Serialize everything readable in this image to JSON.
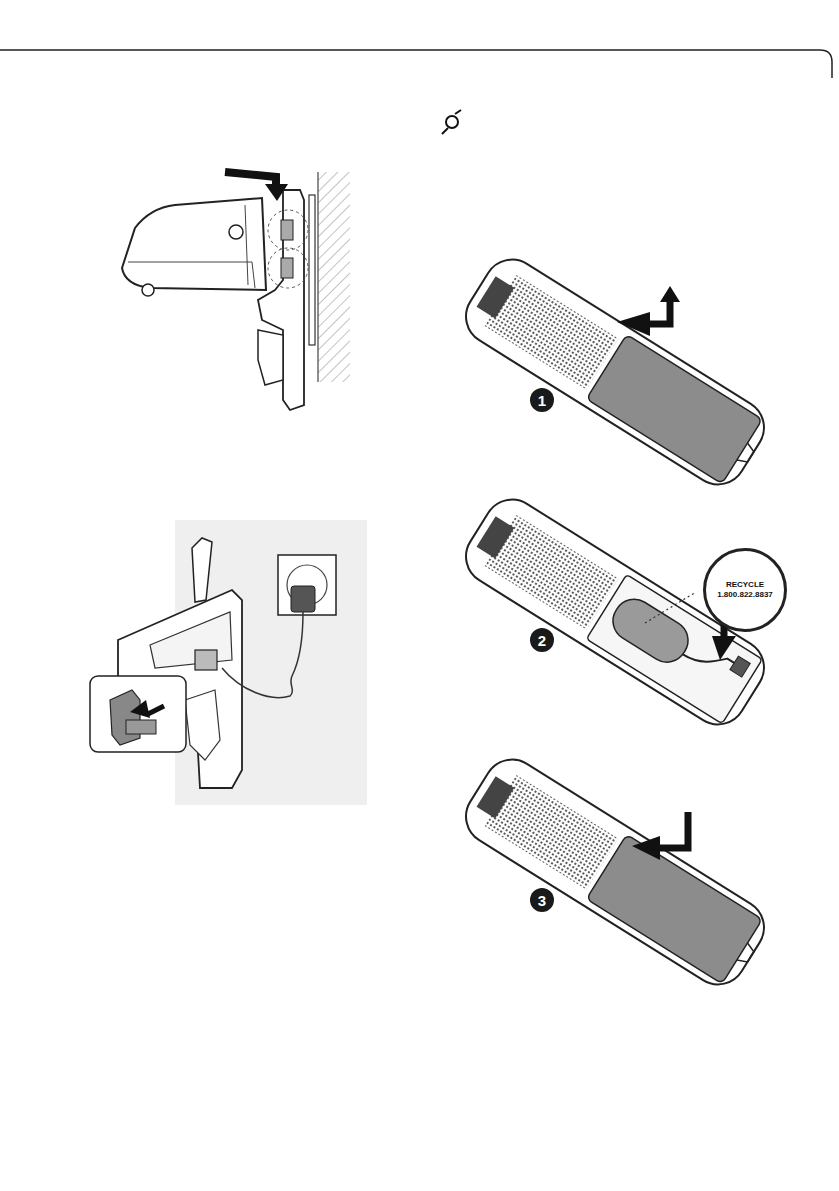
{
  "diagram": {
    "nodes": [
      {
        "text": [
          "1"
        ]
      },
      {
        "text": [
          "RECYCLE",
          "1.800.822.8837"
        ]
      },
      {
        "text": [
          "2"
        ]
      },
      {
        "text": [
          "3"
        ]
      }
    ]
  }
}
